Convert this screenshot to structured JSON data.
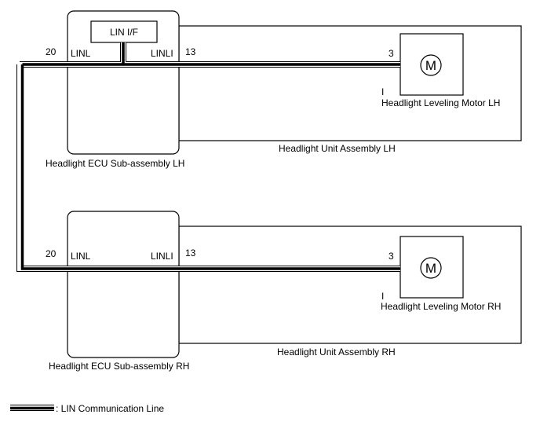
{
  "colors": {
    "line": "#000000",
    "background": "#ffffff"
  },
  "lh": {
    "ecu_label": "Headlight ECU Sub-assembly LH",
    "unit_label": "Headlight Unit Assembly LH",
    "lin_if_label": "LIN I/F",
    "pin_linl_num": "20",
    "pin_linl_name": "LINL",
    "pin_linli_name": "LINLI",
    "pin_linli_num": "13",
    "motor_pin": "3",
    "motor_ground_mark": "I",
    "motor_label": "Headlight Leveling Motor LH",
    "motor_symbol": "M"
  },
  "rh": {
    "ecu_label": "Headlight ECU Sub-assembly RH",
    "unit_label": "Headlight Unit Assembly RH",
    "pin_linl_num": "20",
    "pin_linl_name": "LINL",
    "pin_linli_name": "LINLI",
    "pin_linli_num": "13",
    "motor_pin": "3",
    "motor_ground_mark": "I",
    "motor_label": "Headlight Leveling Motor RH",
    "motor_symbol": "M"
  },
  "legend": {
    "text": ": LIN Communication Line"
  }
}
